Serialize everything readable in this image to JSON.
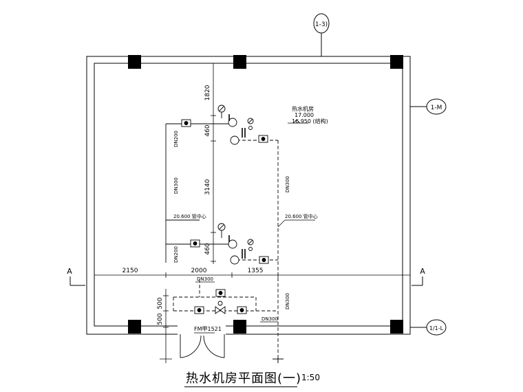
{
  "drawing": {
    "title": "热水机房平面图(一)",
    "scale": "1:50"
  },
  "axis_labels": {
    "top": "1-3)",
    "right_upper": "1-M",
    "right_lower": "1/1-L"
  },
  "section_marks": {
    "left": "A",
    "right": "A"
  },
  "dimensions": {
    "d_1820": "1820",
    "d_460_upper": "460",
    "d_3140": "3140",
    "d_460_lower": "460",
    "d_2150": "2150",
    "d_2000": "2000",
    "d_1355": "1355",
    "d_500_upper": "500",
    "d_500_lower": "500"
  },
  "annotations": {
    "room_name": "热水机房",
    "level_finish": "17.000",
    "level_structure": "16.950 (结构)",
    "pipe_elev_left": "20.600 管中心",
    "pipe_elev_right": "20.600 管中心",
    "dn_left_top": "DN200",
    "dn_left_mid": "DN300",
    "dn_left_low": "DN200",
    "dn_right_mid": "DN300",
    "dn_right_low": "DN300",
    "dn_bottom_top": "DN300",
    "dn_bottom_right": "DN300",
    "door_tag": "FM甲1521"
  }
}
